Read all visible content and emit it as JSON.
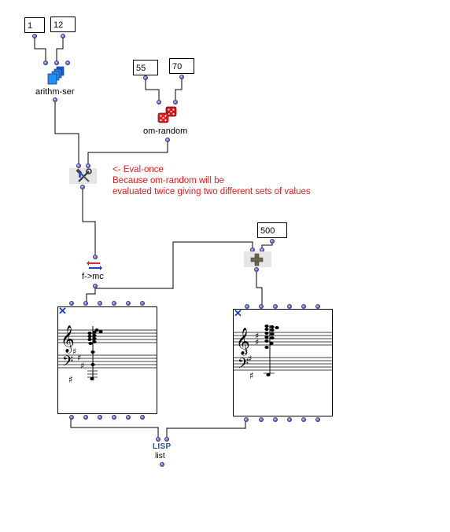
{
  "boxes": {
    "num1": "1",
    "num12": "12",
    "num55": "55",
    "num70": "70",
    "num500": "500"
  },
  "labels": {
    "arithm_ser": "arithm-ser",
    "om_random": "om-random",
    "f_to_mc": "f->mc",
    "list": "list",
    "lisp_badge": "LISP"
  },
  "comment": {
    "line1": "<- Eval-once",
    "line2": "Because om-random will be",
    "line3": "evaluated twice giving two different sets of values"
  },
  "icons": {
    "arithm_ser": "stacked-blue-squares-icon",
    "om_random": "red-dice-icon",
    "eval_once": "hammer-wrench-icon",
    "f_to_mc": "conversion-arrows-icon",
    "plus": "plus-icon",
    "lisp": "lisp-icon",
    "score_close": "close-x-icon"
  },
  "colors": {
    "comment": "#e02020",
    "inlet": "#7070d0",
    "close_x": "#1a3fd0"
  }
}
